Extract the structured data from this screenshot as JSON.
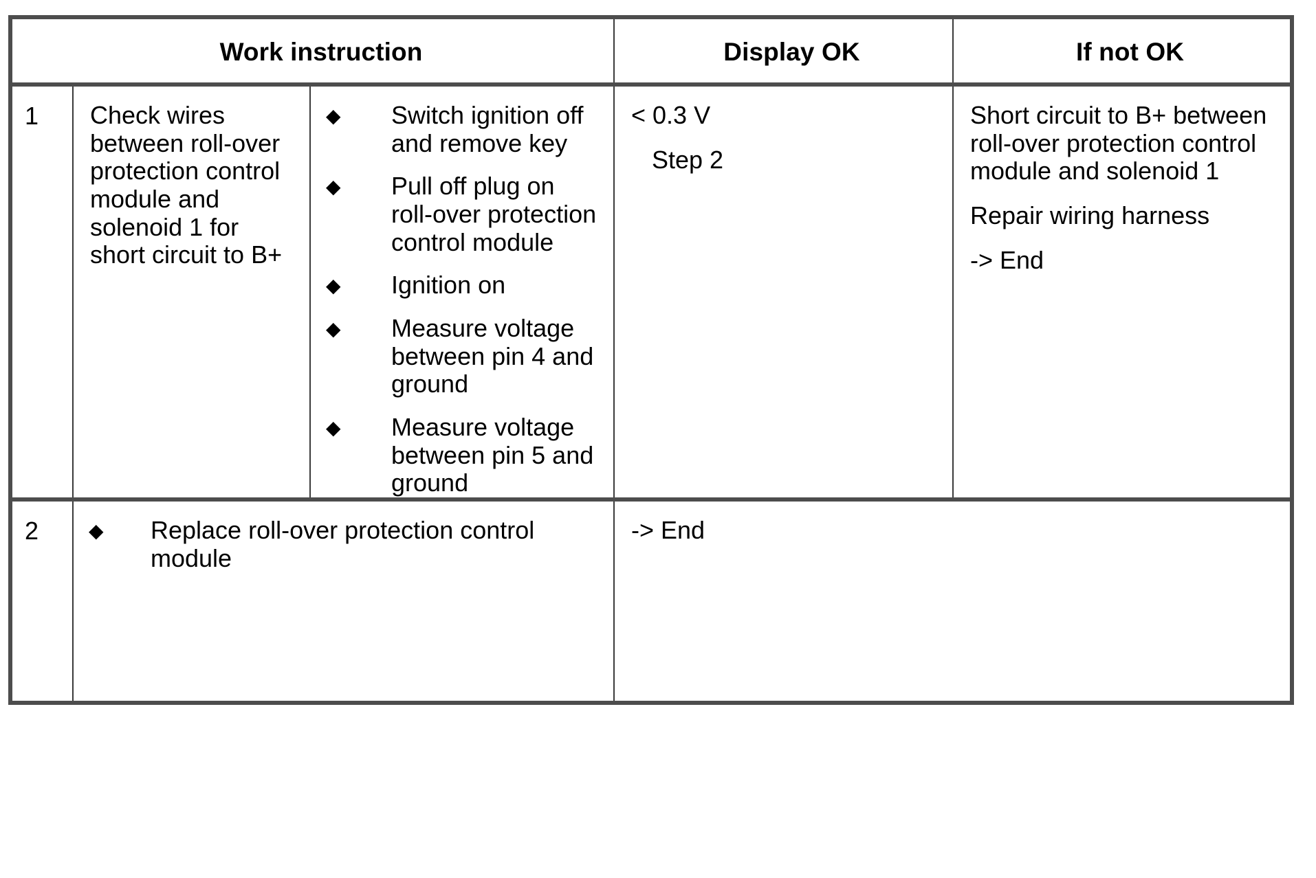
{
  "table": {
    "headers": [
      {
        "label": "Work instruction"
      },
      {
        "label": "Display OK"
      },
      {
        "label": "If not OK"
      }
    ],
    "bullet_glyph": "◆",
    "rows": [
      {
        "number": "1",
        "description": "Check wires between roll-over protection control module and solenoid 1 for short circuit to B+",
        "steps": [
          "Switch ignition off and remove key",
          "Pull off plug on roll-over protection control module",
          "Ignition on",
          "Measure voltage between pin 4 and ground",
          "Measure voltage between pin 5 and ground"
        ],
        "display_ok": [
          {
            "text": "< 0.3 V",
            "indent": false
          },
          {
            "text": "Step 2",
            "indent": true
          }
        ],
        "if_not_ok": [
          {
            "text": "Short circuit to B+ between roll-over protection control module and solenoid 1",
            "indent": false
          },
          {
            "text": "Repair wiring harness",
            "indent": false
          },
          {
            "text": "-> End",
            "indent": false
          }
        ]
      },
      {
        "number": "2",
        "steps": [
          "Replace roll-over protection control module"
        ],
        "result": [
          {
            "text": "-> End",
            "indent": false
          }
        ]
      }
    ]
  },
  "colors": {
    "border_major": "#4d4d4d",
    "border_minor": "#3a3a3a",
    "text": "#000000",
    "background": "#ffffff"
  }
}
